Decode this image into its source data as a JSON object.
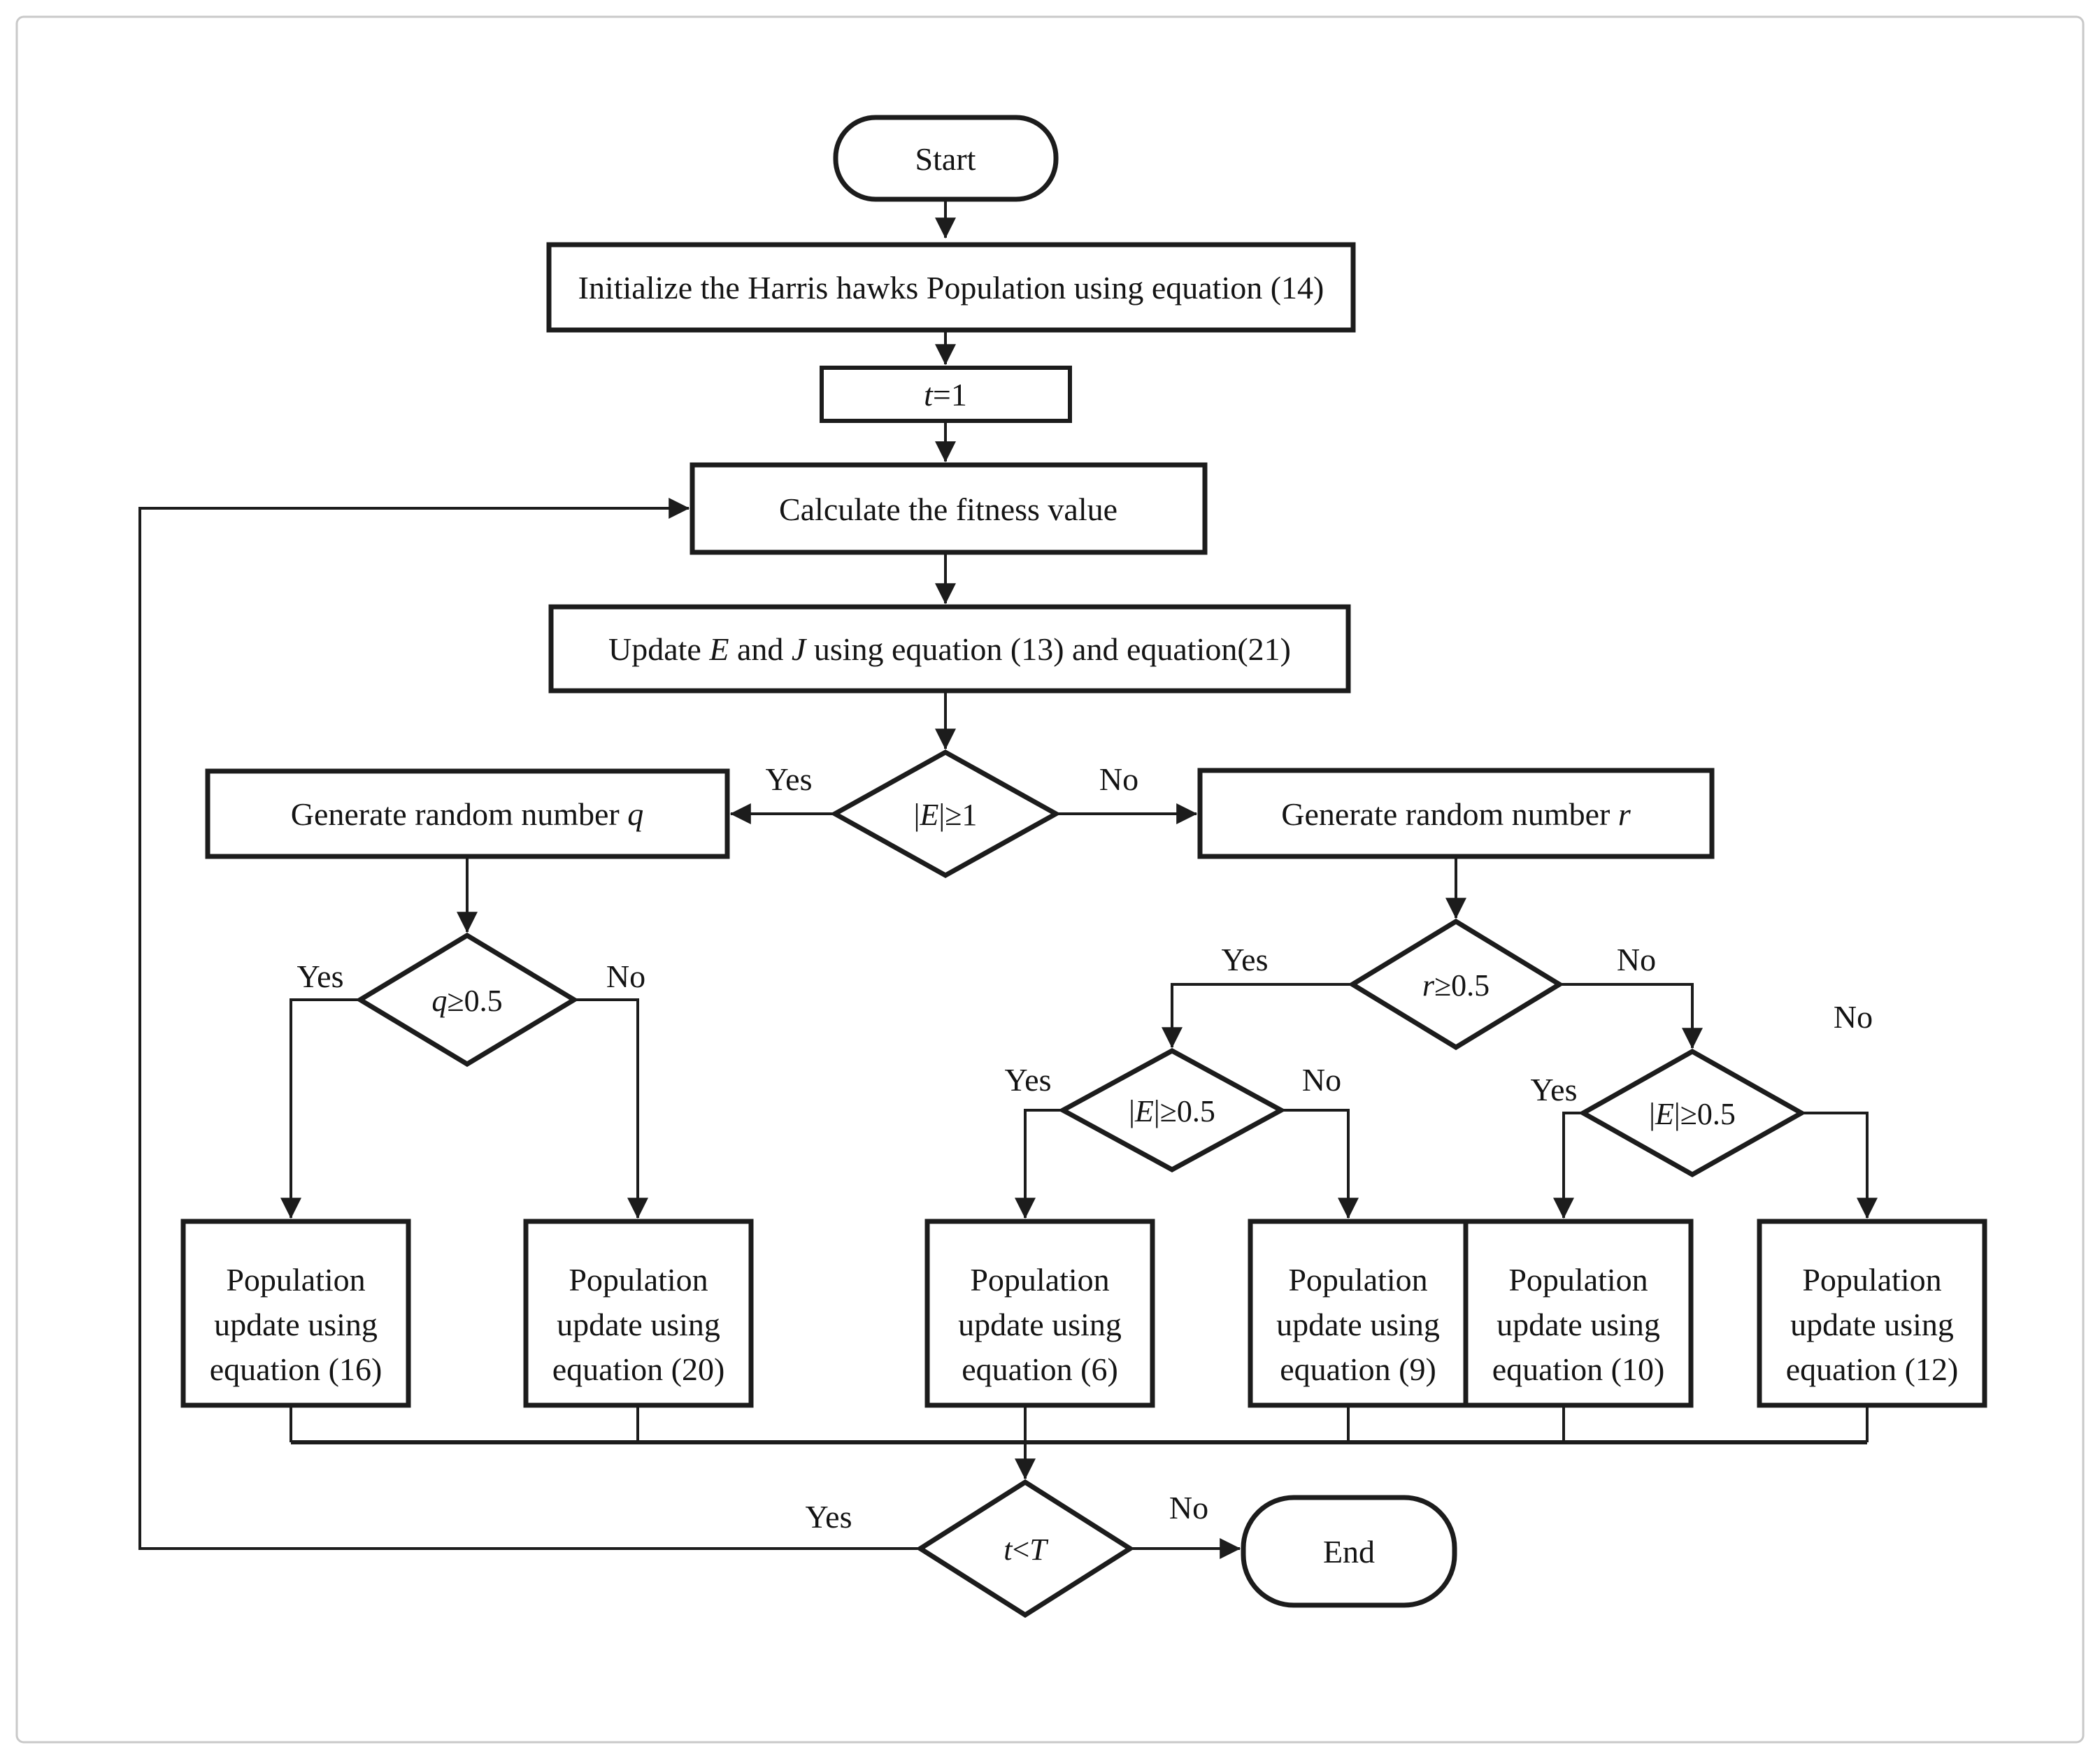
{
  "figure": {
    "type": "flowchart",
    "description": "Harris hawks optimization algorithm flowchart",
    "background_color": "#ffffff",
    "line_color": "#1c1c1c",
    "frame_color": "#c9c9c9"
  },
  "labels": {
    "yes": "Yes",
    "no": "No"
  },
  "nodes": {
    "start": {
      "label": "Start"
    },
    "init": {
      "label": "Initialize the Harris hawks Population using equation (14)"
    },
    "t_init": {
      "parts": [
        "t",
        "=1"
      ]
    },
    "fitness": {
      "label": "Calculate the fitness value"
    },
    "update_ej": {
      "parts": [
        "Update ",
        "E",
        " and ",
        "J",
        " using equation (13) and equation(21)"
      ]
    },
    "e_ge_1": {
      "parts": [
        "|",
        "E",
        "|≥1"
      ]
    },
    "gen_q": {
      "parts": [
        "Generate random number ",
        "q"
      ]
    },
    "gen_r": {
      "parts": [
        "Generate random number ",
        "r"
      ]
    },
    "q_decision": {
      "parts": [
        "q",
        "≥0.5"
      ]
    },
    "r_decision": {
      "parts": [
        "r",
        "≥0.5"
      ]
    },
    "e_left": {
      "parts": [
        "|",
        "E",
        "|≥0.5"
      ]
    },
    "e_right": {
      "parts": [
        "|",
        "E",
        "|≥0.5"
      ]
    },
    "eq16": {
      "lines": [
        "Population",
        "update using",
        "equation (16)"
      ]
    },
    "eq20": {
      "lines": [
        "Population",
        "update using",
        "equation (20)"
      ]
    },
    "eq6": {
      "lines": [
        "Population",
        "update using",
        "equation (6)"
      ]
    },
    "eq9": {
      "lines": [
        "Population",
        "update using",
        "equation (9)"
      ]
    },
    "eq10": {
      "lines": [
        "Population",
        "update using",
        "equation (10)"
      ]
    },
    "eq12": {
      "lines": [
        "Population",
        "update using",
        "equation (12)"
      ]
    },
    "t_check": {
      "parts": [
        "t",
        "<",
        "T"
      ]
    },
    "end": {
      "label": "End"
    }
  }
}
